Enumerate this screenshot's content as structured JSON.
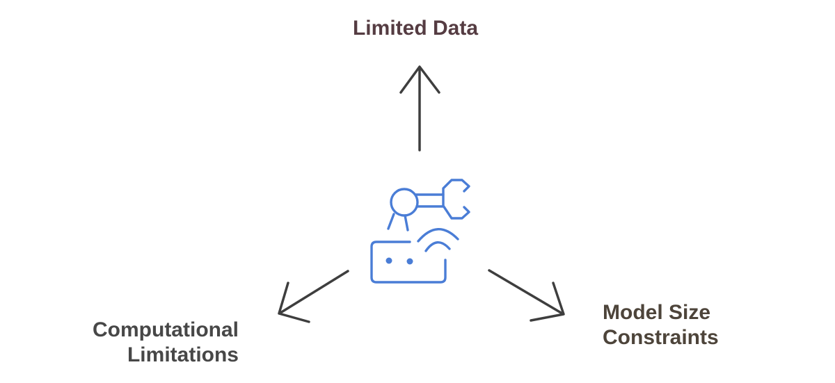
{
  "diagram": {
    "type": "radial-spoke",
    "background_color": "#ffffff",
    "center": {
      "icon": "robot-arm-icon",
      "icon_color": "#4A7DD6",
      "icon_parts": [
        "arm-joint-circle",
        "arm-links",
        "gripper-claw",
        "support-legs",
        "base-unit",
        "indicator-dots",
        "wifi-signal-arcs"
      ]
    },
    "arrows": {
      "color": "#3E3E3E",
      "style": "open-head",
      "items": [
        {
          "id": "arrow-top",
          "direction": "up",
          "points_to": "top"
        },
        {
          "id": "arrow-bottom-left",
          "direction": "down-left",
          "points_to": "bottom_left"
        },
        {
          "id": "arrow-bottom-right",
          "direction": "down-right",
          "points_to": "bottom_right"
        }
      ]
    },
    "labels": {
      "top": {
        "text": "Limited Data",
        "color": "#553C42"
      },
      "bottom_left": {
        "line1": "Computational",
        "line2": "Limitations",
        "color": "#474747"
      },
      "bottom_right": {
        "line1": "Model Size",
        "line2": "Constraints",
        "color": "#4D443A"
      }
    }
  }
}
